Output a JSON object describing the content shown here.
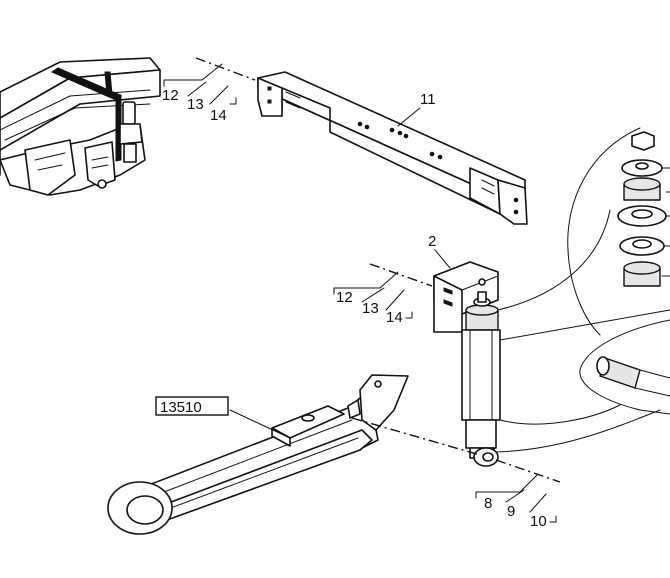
{
  "labels": {
    "part_11": "11",
    "part_2": "2",
    "group_a": {
      "a": "12",
      "b": "13",
      "c": "14"
    },
    "group_b": {
      "a": "12",
      "b": "13",
      "c": "14"
    },
    "group_c": {
      "a": "8",
      "b": "9",
      "c": "10"
    },
    "ref_box": "13510"
  },
  "icons": {
    "frame": "chassis-frame-icon",
    "bracket_bar": "cross-member-icon",
    "shock": "shock-absorber-icon",
    "spring": "leaf-spring-icon",
    "bushings": "bushing-stack-icon"
  }
}
